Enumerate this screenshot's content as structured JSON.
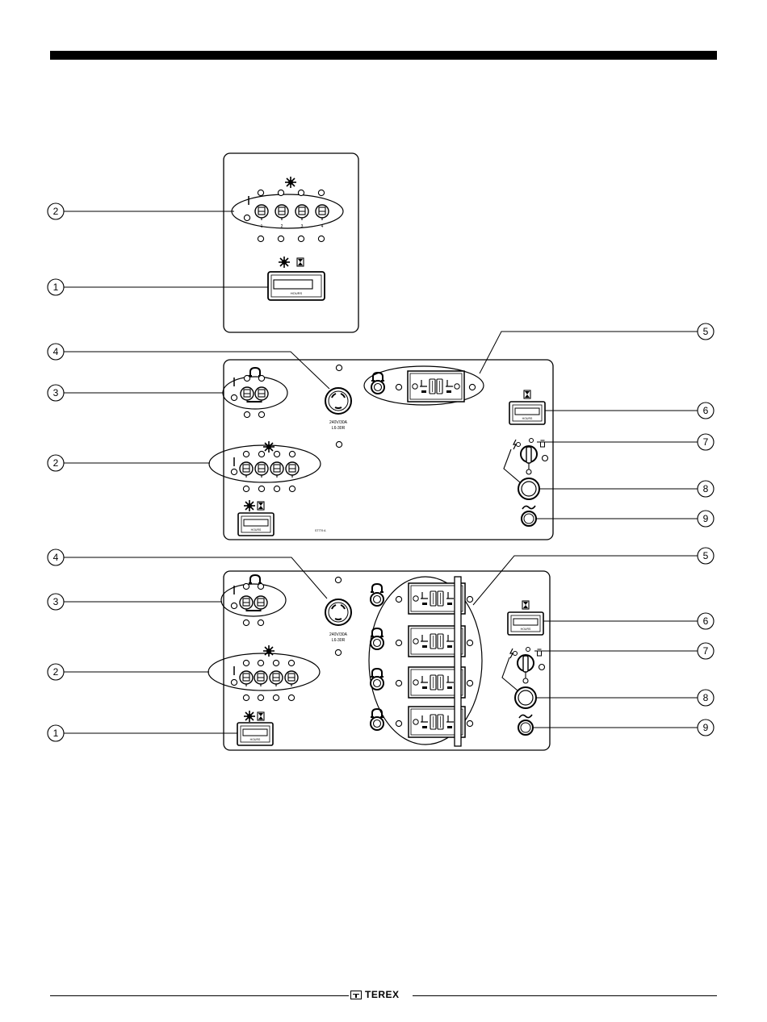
{
  "footer": {
    "brand": "TEREX"
  },
  "receptacle": {
    "rating": "240V/30A",
    "type": "L6-30R"
  },
  "hourmeter": {
    "label": "HOURS"
  },
  "panel_code": "ST779 A",
  "switch_numbers": [
    "1",
    "2",
    "3",
    "4"
  ],
  "callouts": [
    {
      "id": "callout-2-panel-a",
      "number": "2"
    },
    {
      "id": "callout-1-panel-a",
      "number": "1"
    },
    {
      "id": "callout-4-panel-b",
      "number": "4"
    },
    {
      "id": "callout-5-panel-b",
      "number": "5"
    },
    {
      "id": "callout-3-panel-b",
      "number": "3"
    },
    {
      "id": "callout-6-panel-b",
      "number": "6"
    },
    {
      "id": "callout-2-panel-b",
      "number": "2"
    },
    {
      "id": "callout-7-panel-b",
      "number": "7"
    },
    {
      "id": "callout-8-panel-b",
      "number": "8"
    },
    {
      "id": "callout-9-panel-b",
      "number": "9"
    },
    {
      "id": "callout-4-panel-c",
      "number": "4"
    },
    {
      "id": "callout-5-panel-c",
      "number": "5"
    },
    {
      "id": "callout-3-panel-c",
      "number": "3"
    },
    {
      "id": "callout-6-panel-c",
      "number": "6"
    },
    {
      "id": "callout-7-panel-c",
      "number": "7"
    },
    {
      "id": "callout-2-panel-c",
      "number": "2"
    },
    {
      "id": "callout-8-panel-c",
      "number": "8"
    },
    {
      "id": "callout-1-panel-c",
      "number": "1"
    },
    {
      "id": "callout-9-panel-c",
      "number": "9"
    }
  ]
}
